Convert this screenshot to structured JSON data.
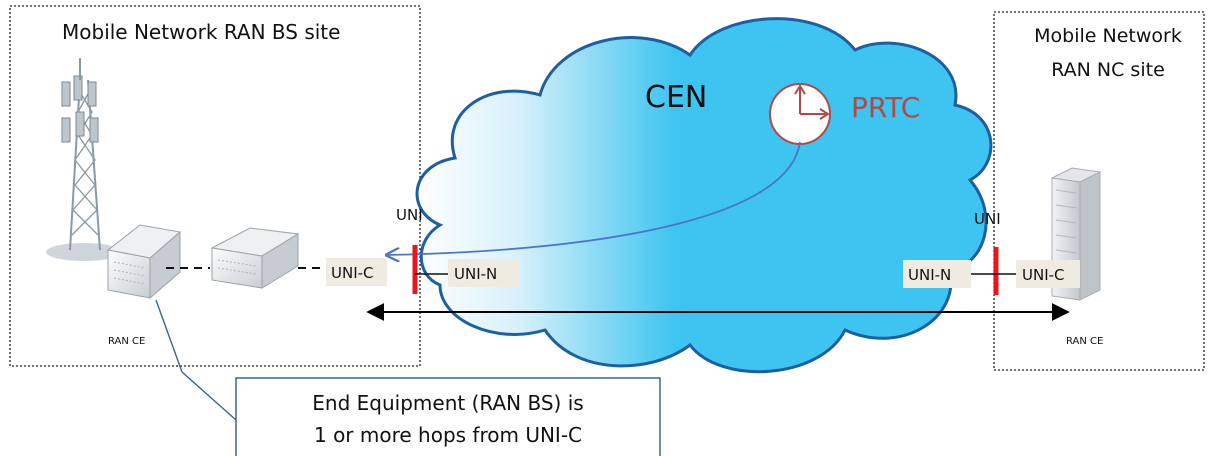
{
  "colors": {
    "cloud_fill": "#3ec4f0",
    "cloud_stroke": "#1c5fa3",
    "uni_bar": "#e8141e",
    "prtc": "#b04a48",
    "tag_bg": "#efebe0",
    "sync_path": "#4a76c8",
    "callout_border": "#3d6594"
  },
  "sites": {
    "bs": {
      "title": "Mobile Network RAN BS site",
      "ce_label": "RAN CE"
    },
    "nc": {
      "title_line1": "Mobile Network",
      "title_line2": "RAN NC site",
      "ce_label": "RAN CE"
    }
  },
  "cloud": {
    "label": "CEN"
  },
  "prtc": {
    "label": "PRTC",
    "icon": "clock-icon"
  },
  "uni": {
    "left": {
      "label": "UNI",
      "uni_c": "UNI-C",
      "uni_n": "UNI-N"
    },
    "right": {
      "label": "UNI",
      "uni_c": "UNI-C",
      "uni_n": "UNI-N"
    }
  },
  "callout": {
    "line1": "End Equipment (RAN BS) is",
    "line2": "1 or more hops from UNI-C"
  },
  "icons": [
    "cell-tower-icon",
    "switch-icon",
    "server-rack-icon",
    "clock-icon"
  ]
}
